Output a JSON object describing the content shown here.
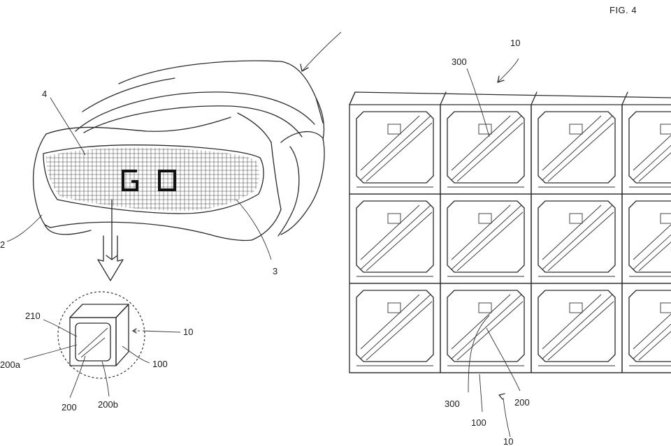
{
  "figure": {
    "title": "FIG. 4",
    "grille_text": "GO"
  },
  "labels": {
    "vehicle_ref": "4",
    "grille_ref": "3",
    "body_ref": "2",
    "unit_ref": "10",
    "face_ref": "210",
    "segment_a_ref": "200a",
    "segment_ref": "200",
    "segment_b_ref": "200b",
    "housing_ref": "100",
    "array_ref_top": "10",
    "sensor_ref_top": "300",
    "sensor_ref_bottom": "300",
    "segment_ref_bottom": "200",
    "housing_ref_bottom": "100",
    "array_ref_bottom": "10"
  },
  "array": {
    "rows": 3,
    "columns_visible": 4
  }
}
